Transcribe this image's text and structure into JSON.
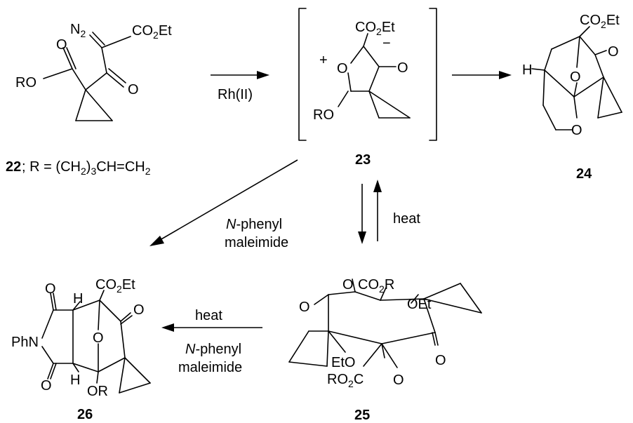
{
  "compounds": [
    {
      "id": "22",
      "label": "22",
      "caption": "; R = (CH2)3CH=CH2"
    },
    {
      "id": "23",
      "label": "23"
    },
    {
      "id": "24",
      "label": "24"
    },
    {
      "id": "25",
      "label": "25"
    },
    {
      "id": "26",
      "label": "26"
    }
  ],
  "reagents": {
    "step1": "Rh(II)",
    "heat_forward": "heat",
    "np_line1": "N-phenyl",
    "np_line2": "maleimide",
    "heat_lower": "heat",
    "np_lower_line1": "N-phenyl",
    "np_lower_line2": "maleimide"
  },
  "atoms": {
    "n2": "N2",
    "co2et": "CO2Et",
    "o": "O",
    "ro": "RO",
    "h": "H",
    "oet": "OEt",
    "co2r": "CO2R",
    "eto": "EtO",
    "ro2c": "RO2C",
    "phn": "PhN",
    "or": "OR",
    "plus": "+",
    "minus": "−"
  }
}
